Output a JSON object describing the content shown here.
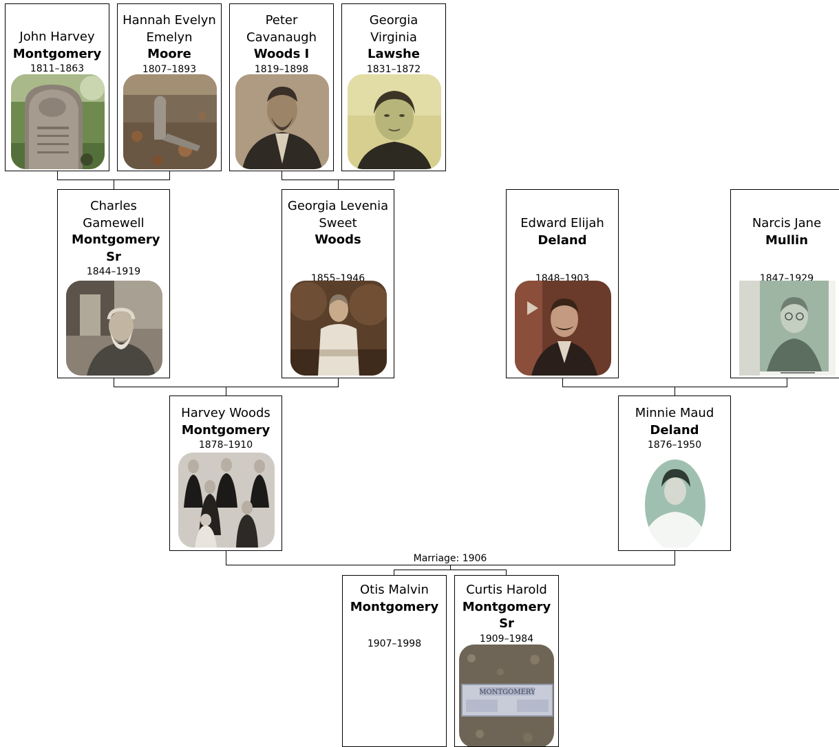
{
  "people": {
    "p1": {
      "given": "John Harvey",
      "surname": "Montgomery",
      "years": "1811–1863",
      "photo_icon": "gravestone-photo"
    },
    "p2": {
      "given": "Hannah Evelyn Emelyn",
      "surname": "Moore",
      "years": "1807–1893",
      "photo_icon": "grave-marker-photo"
    },
    "p3": {
      "given": "Peter Cavanaugh",
      "surname": "Woods I",
      "years": "1819–1898",
      "photo_icon": "portrait-photo"
    },
    "p4": {
      "given": "Georgia Virginia",
      "surname": "Lawshe",
      "years": "1831–1872",
      "photo_icon": "portrait-photo"
    },
    "p5": {
      "given": "Charles Gamewell",
      "surname": "Montgomery Sr",
      "years": "1844–1919",
      "photo_icon": "portrait-photo"
    },
    "p6": {
      "given": "Georgia Levenia Sweet",
      "surname": "Woods",
      "years": "1855–1946",
      "photo_icon": "portrait-photo"
    },
    "p7": {
      "given": "Edward Elijah",
      "surname": "Deland",
      "years": "1848–1903",
      "photo_icon": "portrait-photo"
    },
    "p8": {
      "given": "Narcis Jane",
      "surname": "Mullin",
      "years": "1847–1929",
      "photo_icon": "portrait-photo"
    },
    "p9": {
      "given": "Harvey Woods",
      "surname": "Montgomery",
      "years": "1878–1910",
      "photo_icon": "family-group-photo"
    },
    "p10": {
      "given": "Minnie Maud",
      "surname": "Deland",
      "years": "1876–1950",
      "photo_icon": "oval-portrait-photo"
    },
    "p11": {
      "given": "Otis Malvin",
      "surname": "Montgomery",
      "years": "1907–1998"
    },
    "p12": {
      "given": "Curtis Harold",
      "surname": "Montgomery Sr",
      "years": "1909–1984",
      "photo_icon": "grave-plaque-photo"
    }
  },
  "marriage_label": "Marriage: 1906",
  "plaque_text": "MONTGOMERY"
}
